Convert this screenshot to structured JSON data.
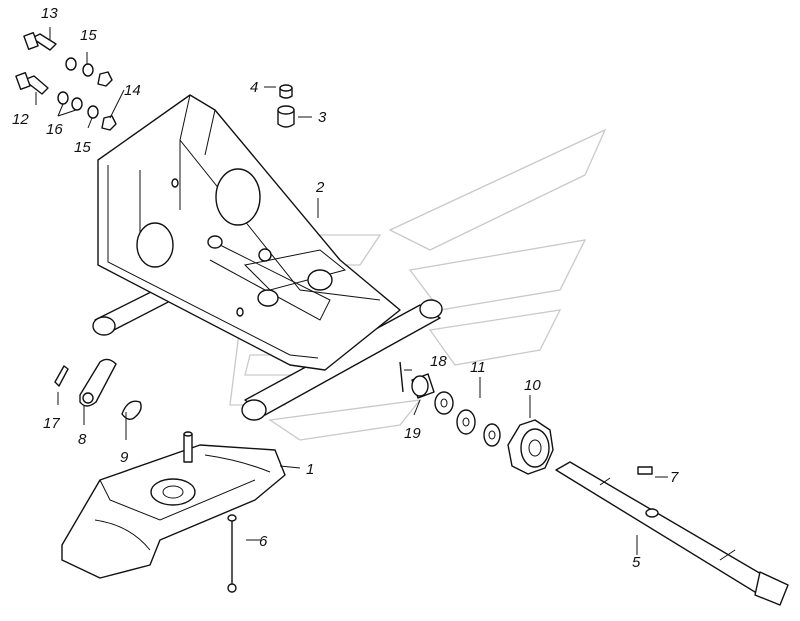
{
  "diagram": {
    "callouts": [
      {
        "id": "c1",
        "text": "1"
      },
      {
        "id": "c2",
        "text": "2"
      },
      {
        "id": "c3",
        "text": "3"
      },
      {
        "id": "c4",
        "text": "4"
      },
      {
        "id": "c5",
        "text": "5"
      },
      {
        "id": "c6",
        "text": "6"
      },
      {
        "id": "c7",
        "text": "7"
      },
      {
        "id": "c8",
        "text": "8"
      },
      {
        "id": "c9",
        "text": "9"
      },
      {
        "id": "c10",
        "text": "10"
      },
      {
        "id": "c11",
        "text": "11"
      },
      {
        "id": "c12",
        "text": "12"
      },
      {
        "id": "c13",
        "text": "13"
      },
      {
        "id": "c14",
        "text": "14"
      },
      {
        "id": "c15a",
        "text": "15"
      },
      {
        "id": "c15b",
        "text": "15"
      },
      {
        "id": "c16",
        "text": "16"
      },
      {
        "id": "c17",
        "text": "17"
      },
      {
        "id": "c18",
        "text": "18"
      },
      {
        "id": "c19",
        "text": "19"
      }
    ],
    "colors": {
      "line": "#111111",
      "watermark": "#c9c9c9",
      "background": "#ffffff"
    }
  }
}
